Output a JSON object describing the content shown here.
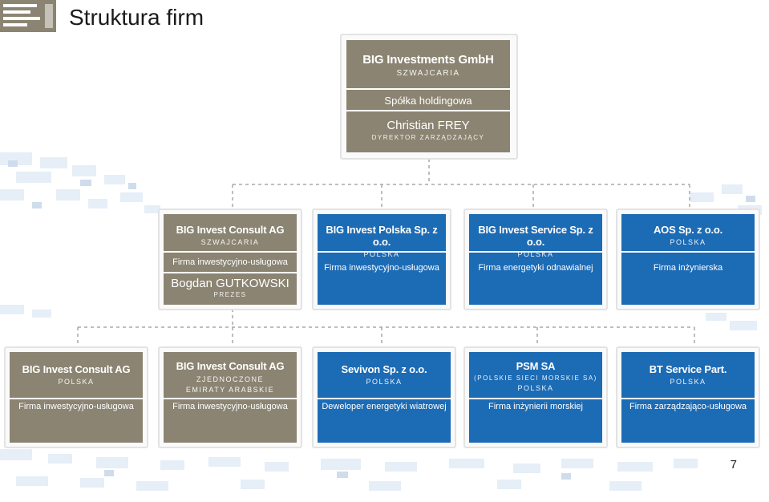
{
  "page": {
    "title": "Struktura firm",
    "page_number": "7"
  },
  "colors": {
    "gray": "#8b8472",
    "blue": "#1c6bb5",
    "connector": "#b0b0b0"
  },
  "root": {
    "name": "BIG Investments GmbH",
    "country": "SZWAJCARIA",
    "description": "Spółka holdingowa",
    "person": "Christian FREY",
    "role": "DYREKTOR ZARZĄDZAJĄCY"
  },
  "level2": [
    {
      "name": "BIG Invest Consult AG",
      "country": "SZWAJCARIA",
      "description": "Firma inwestycyjno-usługowa",
      "person": "Bogdan GUTKOWSKI",
      "role": "PREZES",
      "color": "gray"
    },
    {
      "name": "BIG Invest Polska Sp. z o.o.",
      "country": "POLSKA",
      "description": "Firma inwestycyjno-usługowa",
      "color": "blue"
    },
    {
      "name": "BIG Invest Service Sp. z o.o.",
      "country": "POLSKA",
      "description": "Firma energetyki odnawialnej",
      "color": "blue"
    },
    {
      "name": "AOS Sp. z o.o.",
      "country": "POLSKA",
      "description": "Firma inżynierska",
      "color": "blue"
    }
  ],
  "level3": [
    {
      "name": "BIG Invest Consult AG",
      "country": "POLSKA",
      "description": "Firma inwestycyjno-usługowa",
      "color": "gray"
    },
    {
      "name": "BIG Invest Consult AG",
      "country": "ZJEDNOCZONE EMIRATY ARABSKIE",
      "description": "Firma inwestycyjno-usługowa",
      "color": "gray"
    },
    {
      "name": "Sevivon Sp. z o.o.",
      "country": "POLSKA",
      "description": "Deweloper energetyki wiatrowej",
      "color": "blue"
    },
    {
      "name": "PSM SA",
      "subname": "(POLSKIE SIECI MORSKIE SA)",
      "country": "POLSKA",
      "description": "Firma inżynierii morskiej",
      "color": "blue"
    },
    {
      "name": "BT Service Part.",
      "country": "POLSKA",
      "description": "Firma zarządzająco-usługowa",
      "color": "blue"
    }
  ]
}
